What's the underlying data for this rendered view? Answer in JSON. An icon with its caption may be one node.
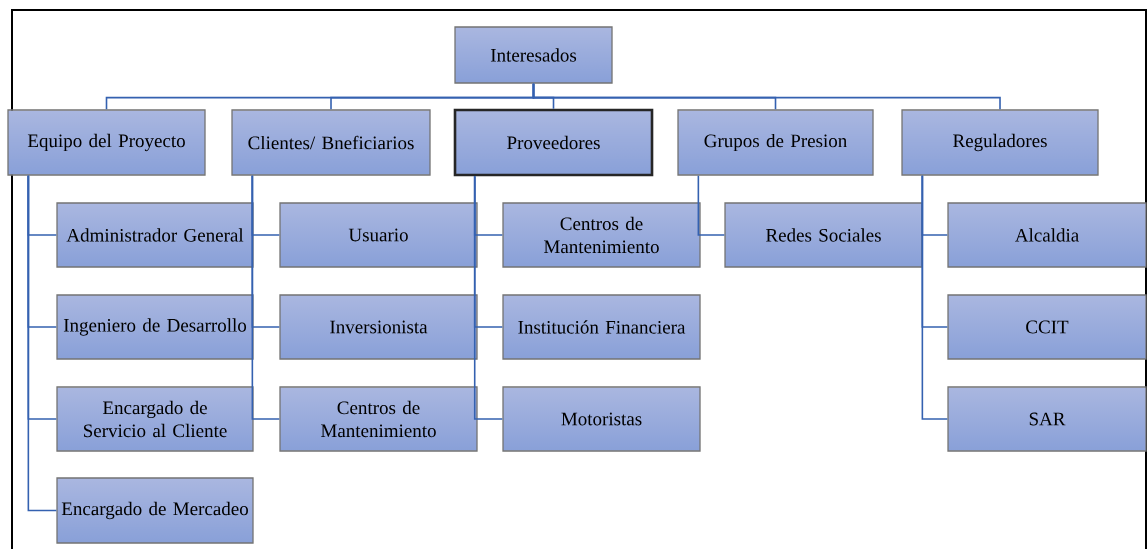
{
  "diagram": {
    "nodes": [
      {
        "text": [
          "Interesados"
        ]
      },
      {
        "text": [
          "Equipo del Proyecto"
        ]
      },
      {
        "text": [
          "Clientes/ Bneficiarios"
        ]
      },
      {
        "text": [
          "Proveedores"
        ]
      },
      {
        "text": [
          "Grupos de Presion"
        ]
      },
      {
        "text": [
          "Reguladores"
        ]
      },
      {
        "text": [
          "Administrador General"
        ]
      },
      {
        "text": [
          "Usuario"
        ]
      },
      {
        "text": [
          "Centros de Mantenimiento"
        ]
      },
      {
        "text": [
          "Redes Sociales"
        ]
      },
      {
        "text": [
          "Alcaldia"
        ]
      },
      {
        "text": [
          "Ingeniero de Desarrollo"
        ]
      },
      {
        "text": [
          "Inversionista"
        ]
      },
      {
        "text": [
          "Institución Financiera"
        ]
      },
      {
        "text": [
          "CCIT"
        ]
      },
      {
        "text": [
          "Encargado de Servicio al Cliente"
        ]
      },
      {
        "text": [
          "Centros de Mantenimiento"
        ]
      },
      {
        "text": [
          "Motoristas"
        ]
      },
      {
        "text": [
          "SAR"
        ]
      },
      {
        "text": [
          "Encargado de Mercadeo"
        ]
      }
    ],
    "edges": [
      {
        "from": 0,
        "to": 1,
        "arrow": "none"
      },
      {
        "from": 0,
        "to": 2,
        "arrow": "none"
      },
      {
        "from": 0,
        "to": 3,
        "arrow": "none"
      },
      {
        "from": 0,
        "to": 4,
        "arrow": "none"
      },
      {
        "from": 0,
        "to": 5,
        "arrow": "none"
      },
      {
        "from": 1,
        "to": 6,
        "arrow": "none"
      },
      {
        "from": 1,
        "to": 11,
        "arrow": "none"
      },
      {
        "from": 1,
        "to": 15,
        "arrow": "none"
      },
      {
        "from": 1,
        "to": 19,
        "arrow": "none"
      },
      {
        "from": 2,
        "to": 7,
        "arrow": "none"
      },
      {
        "from": 2,
        "to": 12,
        "arrow": "none"
      },
      {
        "from": 2,
        "to": 16,
        "arrow": "none"
      },
      {
        "from": 3,
        "to": 8,
        "arrow": "none"
      },
      {
        "from": 3,
        "to": 13,
        "arrow": "none"
      },
      {
        "from": 3,
        "to": 17,
        "arrow": "none"
      },
      {
        "from": 4,
        "to": 9,
        "arrow": "none"
      },
      {
        "from": 5,
        "to": 10,
        "arrow": "none"
      },
      {
        "from": 5,
        "to": 14,
        "arrow": "none"
      },
      {
        "from": 5,
        "to": 18,
        "arrow": "none"
      }
    ]
  }
}
